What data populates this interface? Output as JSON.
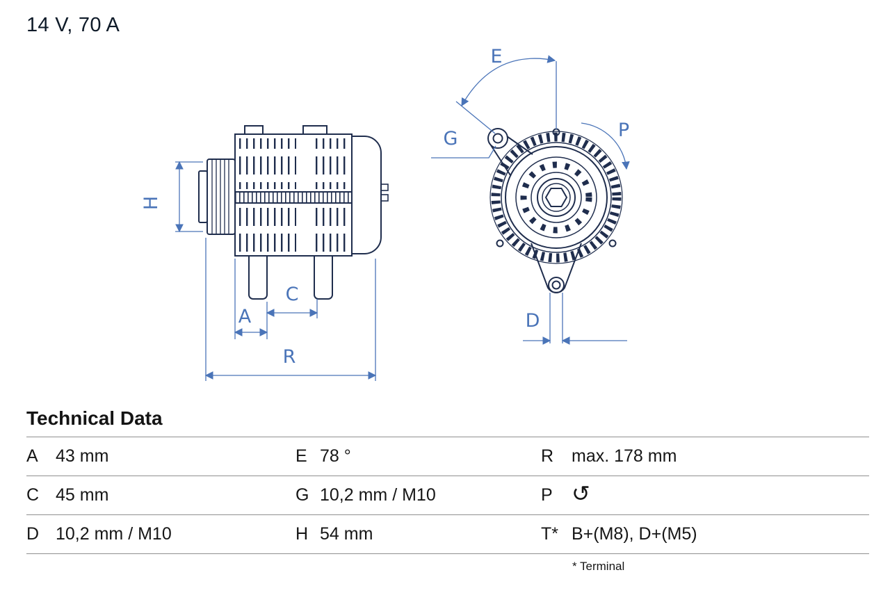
{
  "header": {
    "title": "14 V, 70 A"
  },
  "diagram": {
    "labels": {
      "h": "H",
      "a": "A",
      "c": "C",
      "r": "R",
      "e": "E",
      "g": "G",
      "p": "P",
      "d": "D"
    }
  },
  "table": {
    "heading": "Technical Data",
    "rows": [
      {
        "c1k": "A",
        "c1v": "43 mm",
        "c2k": "E",
        "c2v": "78 °",
        "c3k": "R",
        "c3v": "max. 178 mm"
      },
      {
        "c1k": "C",
        "c1v": "45 mm",
        "c2k": "G",
        "c2v": "10,2 mm / M10",
        "c3k": "P",
        "c3icon": "↺",
        "c3v": ""
      },
      {
        "c1k": "D",
        "c1v": "10,2 mm / M10",
        "c2k": "H",
        "c2v": "54 mm",
        "c3k": "T*",
        "c3v": "B+(M8), D+(M5)"
      }
    ],
    "footnote": "* Terminal"
  },
  "colors": {
    "drawing_line": "#1f2d4d",
    "dimension_line": "#4a74b8",
    "text": "#161616",
    "table_grid_line": "#8f8f8f"
  }
}
